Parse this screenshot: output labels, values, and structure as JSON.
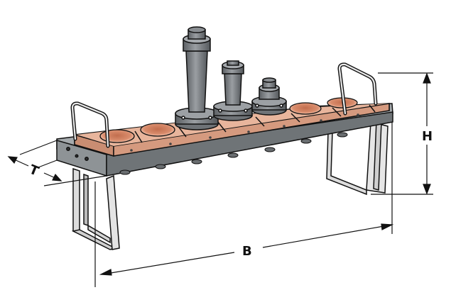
{
  "labels": {
    "b": "B",
    "h": "H",
    "t": "T"
  },
  "colors": {
    "copper": "#e3a98f",
    "copper_shadow": "#c88a70",
    "rail_top": "#9ea3a6",
    "rail_side": "#6d7275",
    "frame": "#d9dadb",
    "tool_dark": "#6e7276",
    "tool_mid": "#8c9094",
    "line": "#111111"
  },
  "icons": {
    "tool_holder_tall": "sk-tool-holder-icon",
    "tool_holder_mid": "sk-tool-holder-icon",
    "tool_holder_small": "sk-tool-holder-icon",
    "handles": "wire-handle-icon"
  }
}
